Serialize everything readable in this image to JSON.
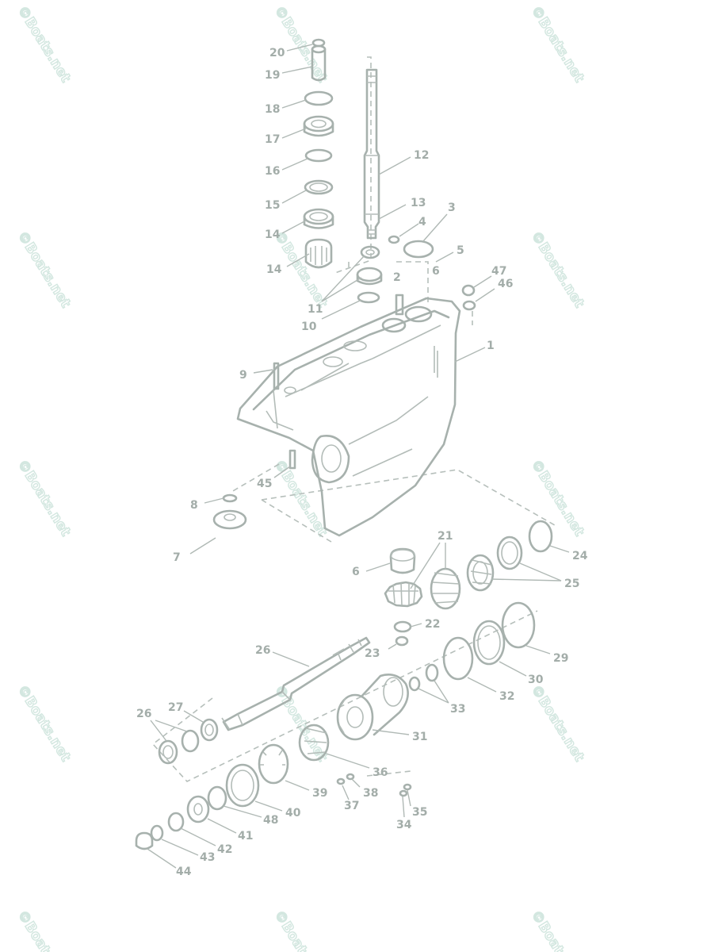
{
  "watermark": "©Boats.net",
  "callouts": [
    {
      "id": "c20",
      "label": "20"
    },
    {
      "id": "c19",
      "label": "19"
    },
    {
      "id": "c18",
      "label": "18"
    },
    {
      "id": "c17",
      "label": "17"
    },
    {
      "id": "c16",
      "label": "16"
    },
    {
      "id": "c15",
      "label": "15"
    },
    {
      "id": "c14a",
      "label": "14"
    },
    {
      "id": "c14b",
      "label": "14"
    },
    {
      "id": "c12",
      "label": "12"
    },
    {
      "id": "c13",
      "label": "13"
    },
    {
      "id": "c4",
      "label": "4"
    },
    {
      "id": "c3",
      "label": "3"
    },
    {
      "id": "c5",
      "label": "5"
    },
    {
      "id": "c6a",
      "label": "6"
    },
    {
      "id": "c47",
      "label": "47"
    },
    {
      "id": "c46",
      "label": "46"
    },
    {
      "id": "c2",
      "label": "2"
    },
    {
      "id": "c11",
      "label": "11"
    },
    {
      "id": "c10",
      "label": "10"
    },
    {
      "id": "c1",
      "label": "1"
    },
    {
      "id": "c9",
      "label": "9"
    },
    {
      "id": "c45",
      "label": "45"
    },
    {
      "id": "c8",
      "label": "8"
    },
    {
      "id": "c7",
      "label": "7"
    },
    {
      "id": "c21",
      "label": "21"
    },
    {
      "id": "c24",
      "label": "24"
    },
    {
      "id": "c6b",
      "label": "6"
    },
    {
      "id": "c25",
      "label": "25"
    },
    {
      "id": "c22",
      "label": "22"
    },
    {
      "id": "c23",
      "label": "23"
    },
    {
      "id": "c26a",
      "label": "26"
    },
    {
      "id": "c29",
      "label": "29"
    },
    {
      "id": "c30",
      "label": "30"
    },
    {
      "id": "c32",
      "label": "32"
    },
    {
      "id": "c33",
      "label": "33"
    },
    {
      "id": "c27",
      "label": "27"
    },
    {
      "id": "c26b",
      "label": "26"
    },
    {
      "id": "c31",
      "label": "31"
    },
    {
      "id": "c36",
      "label": "36"
    },
    {
      "id": "c39",
      "label": "39"
    },
    {
      "id": "c38",
      "label": "38"
    },
    {
      "id": "c37",
      "label": "37"
    },
    {
      "id": "c40",
      "label": "40"
    },
    {
      "id": "c48",
      "label": "48"
    },
    {
      "id": "c35",
      "label": "35"
    },
    {
      "id": "c34",
      "label": "34"
    },
    {
      "id": "c41",
      "label": "41"
    },
    {
      "id": "c42",
      "label": "42"
    },
    {
      "id": "c43",
      "label": "43"
    },
    {
      "id": "c44",
      "label": "44"
    }
  ]
}
